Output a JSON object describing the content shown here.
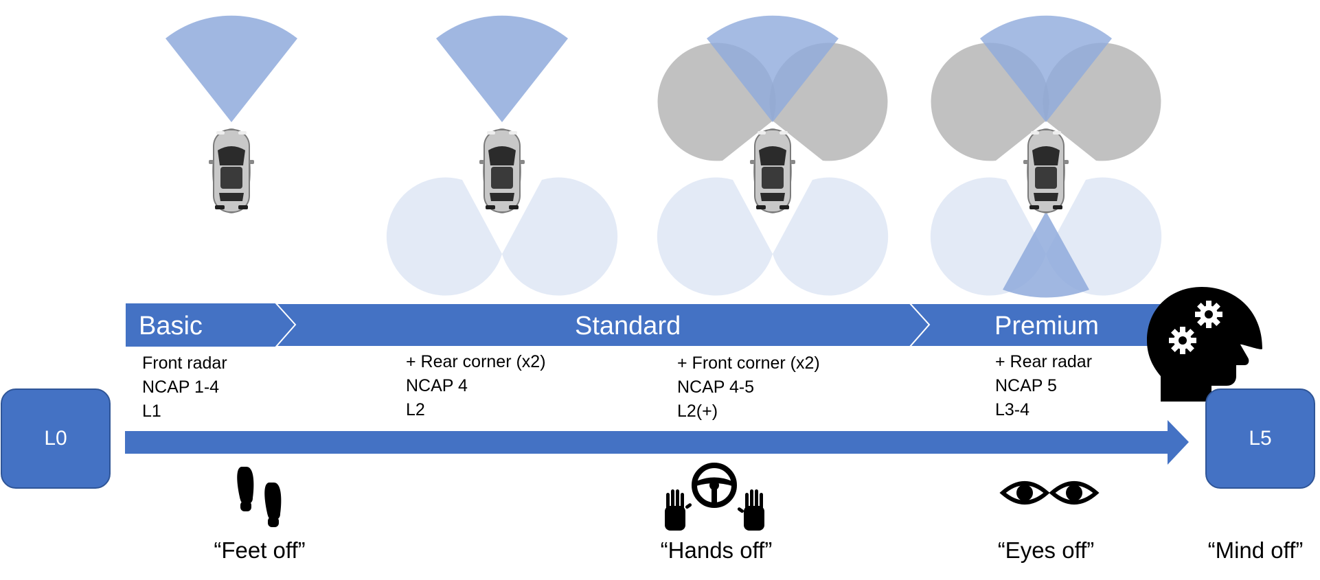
{
  "colors": {
    "accent_blue": "#4472c4",
    "sensor_blue": "#8faadc",
    "sensor_light": "#dae3f3",
    "sensor_gray": "#a6a6a6"
  },
  "tiers": [
    {
      "label": "Basic"
    },
    {
      "label": "Standard"
    },
    {
      "label": "Premium"
    }
  ],
  "specs": [
    {
      "lines": [
        "Front radar",
        "NCAP 1-4",
        "L1"
      ]
    },
    {
      "lines": [
        "+ Rear corner (x2)",
        "NCAP 4",
        "L2"
      ]
    },
    {
      "lines": [
        "+ Front corner (x2)",
        "NCAP 4-5",
        "L2(+)"
      ]
    },
    {
      "lines": [
        "+ Rear radar",
        "NCAP 5",
        "L3-4"
      ]
    }
  ],
  "levels": {
    "start": "L0",
    "end": "L5"
  },
  "captions": [
    {
      "text": "“Feet off”",
      "icon": "footprints-icon"
    },
    {
      "text": "“Hands off”",
      "icon": "steering-wheel-hands-icon"
    },
    {
      "text": "“Eyes off”",
      "icon": "eyes-icon"
    },
    {
      "text": "“Mind off”",
      "icon": "head-gears-icon"
    }
  ]
}
